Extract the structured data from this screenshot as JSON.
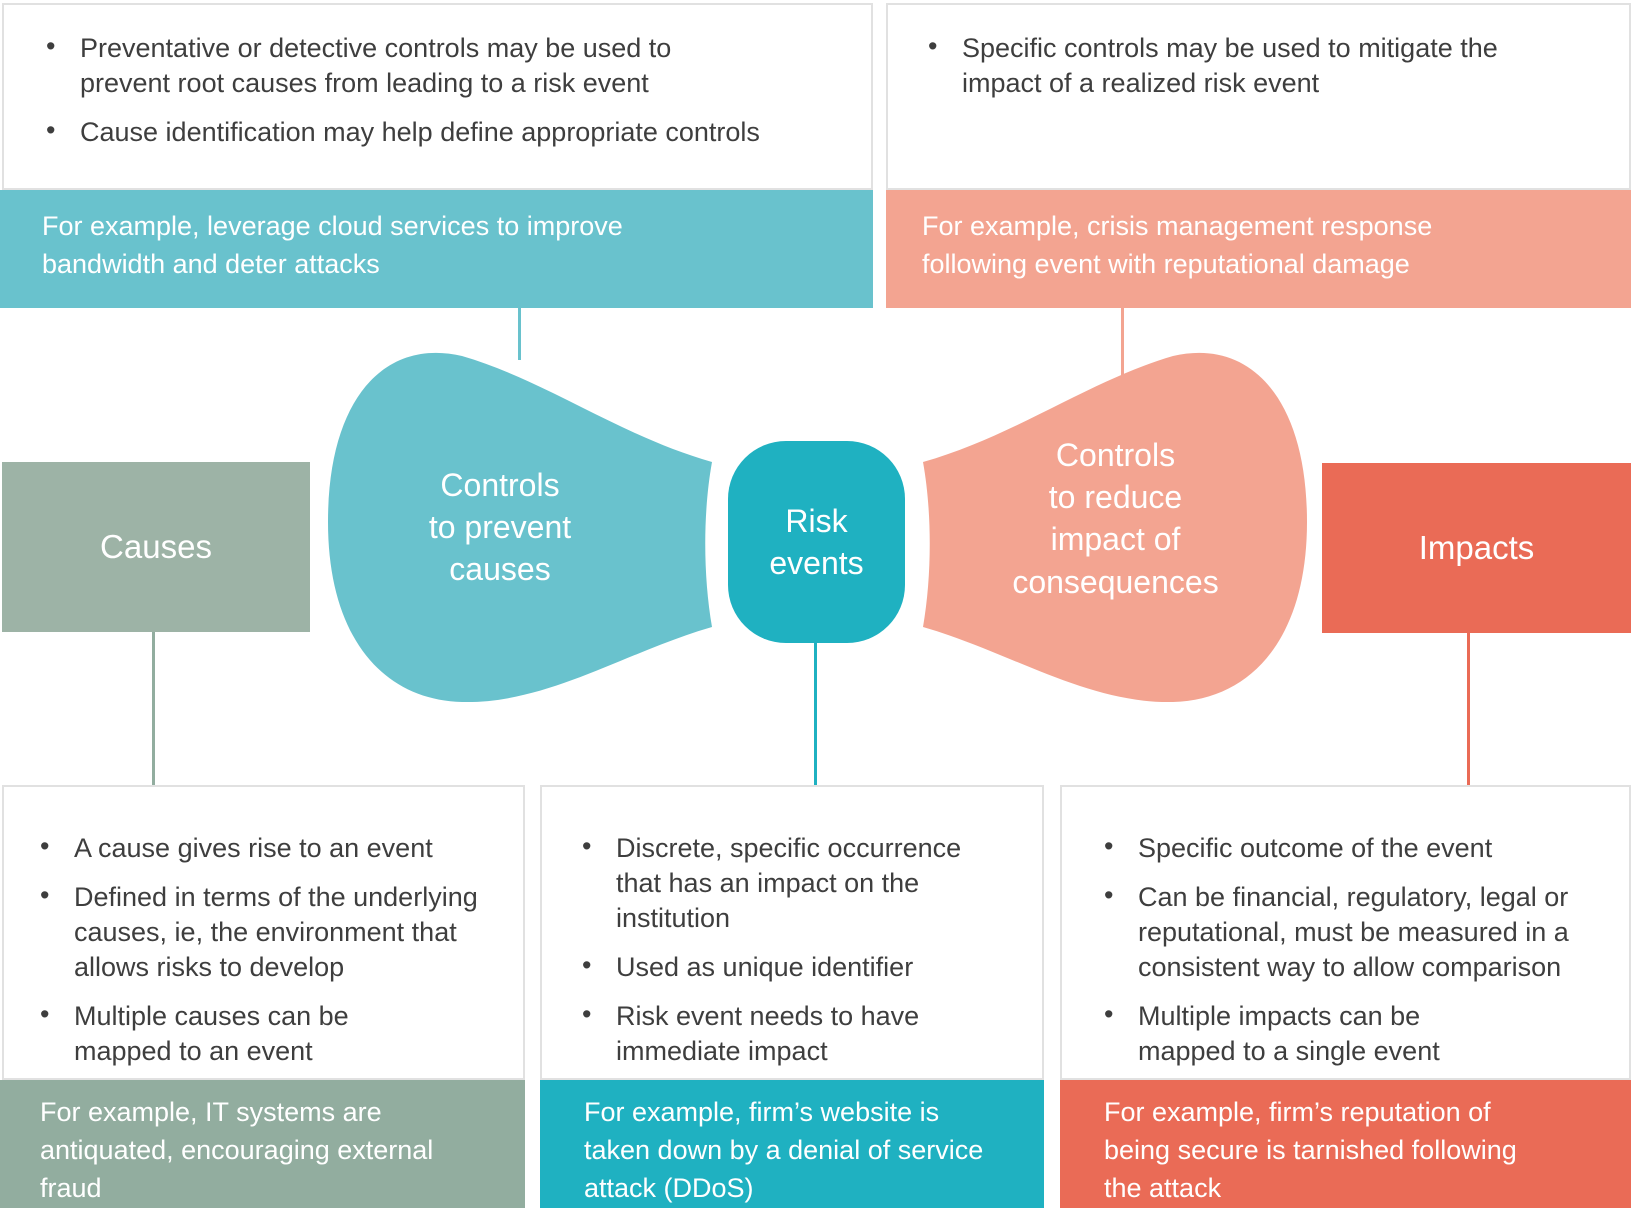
{
  "palette": {
    "teal_light": "#69C2CD",
    "teal_deep": "#1FB1C1",
    "sage": "#9DB3A6",
    "sage_dark": "#92AD9F",
    "salmon": "#F3A491",
    "red": "#EA6B56",
    "text": "#3E3E3E",
    "box_border": "#E1E1E1"
  },
  "top_left": {
    "bullets": [
      "Preventative or detective controls may be used to\nprevent root causes from leading to a risk event",
      "Cause identification may help define appropriate controls"
    ],
    "example": "For example, leverage cloud services to improve\nbandwidth and deter attacks"
  },
  "top_right": {
    "bullets": [
      "Specific controls may be used to mitigate the\nimpact of a realized risk event"
    ],
    "example": "For example, crisis management response\nfollowing event with reputational damage"
  },
  "flow": {
    "causes_label": "Causes",
    "prevent_label": "Controls\nto prevent\ncauses",
    "risk_label": "Risk\nevents",
    "reduce_label": "Controls\nto reduce\nimpact of\nconsequences",
    "impacts_label": "Impacts"
  },
  "bottom_left": {
    "bullets": [
      "A cause gives rise to an event",
      "Defined in terms of the underlying\ncauses, ie, the environment that\nallows risks to develop",
      "Multiple causes can be\nmapped to an event"
    ],
    "example": "For example, IT systems are\nantiquated, encouraging external\nfraud"
  },
  "bottom_middle": {
    "bullets": [
      "Discrete, specific occurrence\nthat has an impact on the\ninstitution",
      "Used as unique identifier",
      "Risk event needs to have\nimmediate impact"
    ],
    "example": "For example, firm’s website is\ntaken down by a denial of service\nattack (DDoS)"
  },
  "bottom_right": {
    "bullets": [
      "Specific outcome of the event",
      "Can be financial, regulatory, legal or\nreputational, must be measured in a\nconsistent way to allow comparison",
      "Multiple impacts can be\nmapped to a single event"
    ],
    "example": "For example, firm’s reputation of\nbeing secure is tarnished following\nthe attack"
  }
}
